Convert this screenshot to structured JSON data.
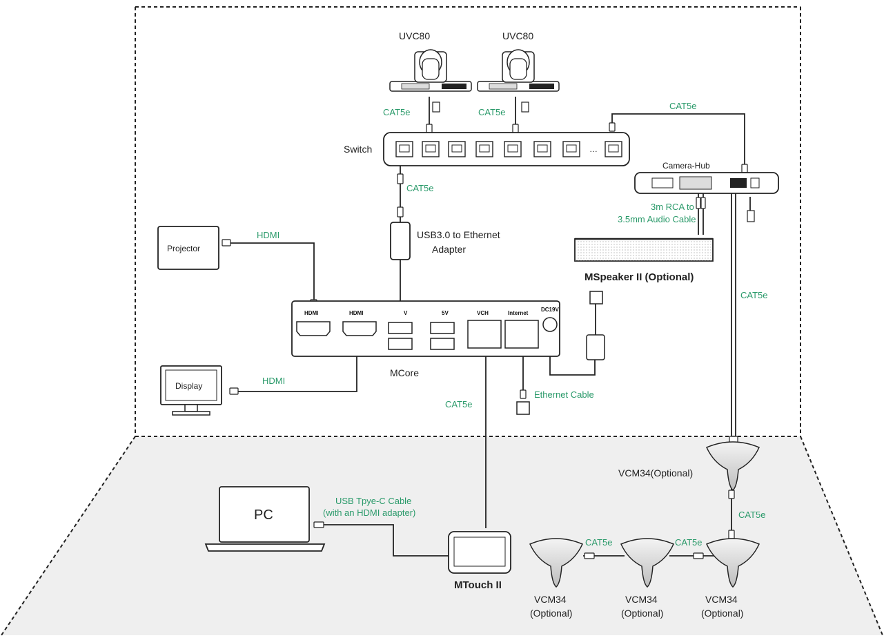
{
  "devices": {
    "uvc80_left": "UVC80",
    "uvc80_right": "UVC80",
    "switch": "Switch",
    "camera_hub": "Camera-Hub",
    "projector": "Projector",
    "display": "Display",
    "usb_adapter_line1": "USB3.0 to Ethernet",
    "usb_adapter_line2": "Adapter",
    "mspeaker": "MSpeaker II (Optional)",
    "mcore": "MCore",
    "pc": "PC",
    "mtouch": "MTouch II",
    "vcm34_main": "VCM34(Optional)",
    "vcm34_a": "VCM34",
    "vcm34_a_opt": "(Optional)",
    "vcm34_b": "VCM34",
    "vcm34_b_opt": "(Optional)",
    "vcm34_c": "VCM34",
    "vcm34_c_opt": "(Optional)"
  },
  "ports": {
    "hdmi1": "HDMI",
    "hdmi2": "HDMI",
    "usb1": "V",
    "usb2": "5V",
    "vch": "VCH",
    "internet": "Internet",
    "dc": "DC19V"
  },
  "cables": {
    "cat5e_uvc_left": "CAT5e",
    "cat5e_uvc_right": "CAT5e",
    "cat5e_hub_top": "CAT5e",
    "cat5e_switch_down": "CAT5e",
    "rca_line1": "3m RCA to",
    "rca_line2": "3.5mm Audio Cable",
    "hdmi_projector": "HDMI",
    "hdmi_display": "HDMI",
    "cat5e_right_vertical": "CAT5e",
    "cat5e_mtouch": "CAT5e",
    "ethernet": "Ethernet Cable",
    "usbc_line1": "USB Tpye-C Cable",
    "usbc_line2": "(with an HDMI adapter)",
    "cat5e_vcm_vertical": "CAT5e",
    "cat5e_vcm_1": "CAT5e",
    "cat5e_vcm_2": "CAT5e"
  },
  "colors": {
    "cable_label": "#2a9a6a",
    "floor": "#eeeeee",
    "line": "#222222"
  }
}
